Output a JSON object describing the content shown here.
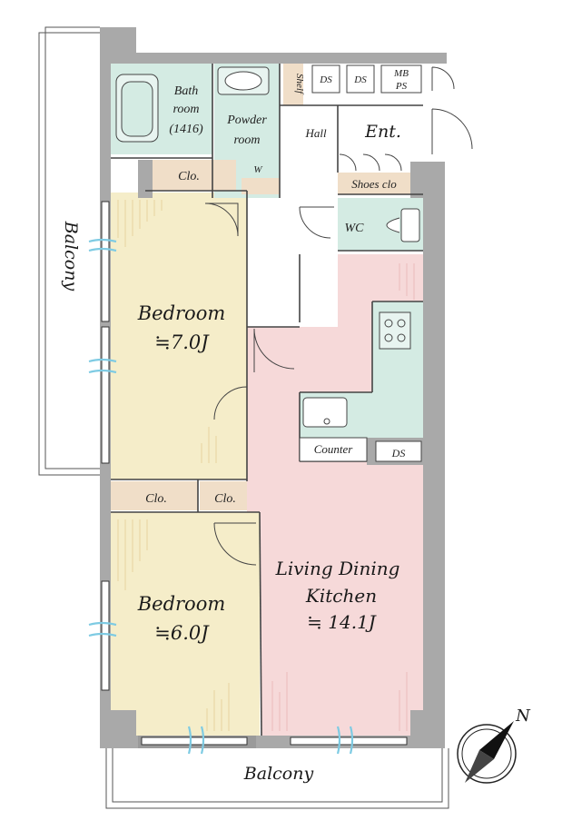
{
  "rooms": {
    "bathroom": {
      "line1": "Bath",
      "line2": "room",
      "line3": "(1416)"
    },
    "powder_room": {
      "line1": "Powder",
      "line2": "room",
      "w_label": "W"
    },
    "shelf": "Shelf",
    "ds_top_1": "DS",
    "ds_top_2": "DS",
    "mb_ps": {
      "line1": "MB",
      "line2": "PS"
    },
    "hall": "Hall",
    "entrance": "Ent.",
    "shoes_closet": "Shoes clo",
    "wc": "WC",
    "closet_top": "Clo.",
    "bedroom_1": {
      "name": "Bedroom",
      "size": "≒7.0J"
    },
    "closet_mid_1": "Clo.",
    "closet_mid_2": "Clo.",
    "bedroom_2": {
      "name": "Bedroom",
      "size": "≒6.0J"
    },
    "counter": "Counter",
    "ds_kitchen": "DS",
    "ldk": {
      "line1": "Living Dining",
      "line2": "Kitchen",
      "size": "≒ 14.1J"
    }
  },
  "balcony_side": "Balcony",
  "balcony_bottom": "Balcony",
  "compass": {
    "north_label": "N"
  },
  "colors": {
    "wall": "#a9a9a9",
    "bedroom": "#f5edc9",
    "ldk": "#f6d9d9",
    "wet_area": "#d4ebe3",
    "closet": "#f0dec8",
    "window_mark": "#7ecbe3"
  }
}
